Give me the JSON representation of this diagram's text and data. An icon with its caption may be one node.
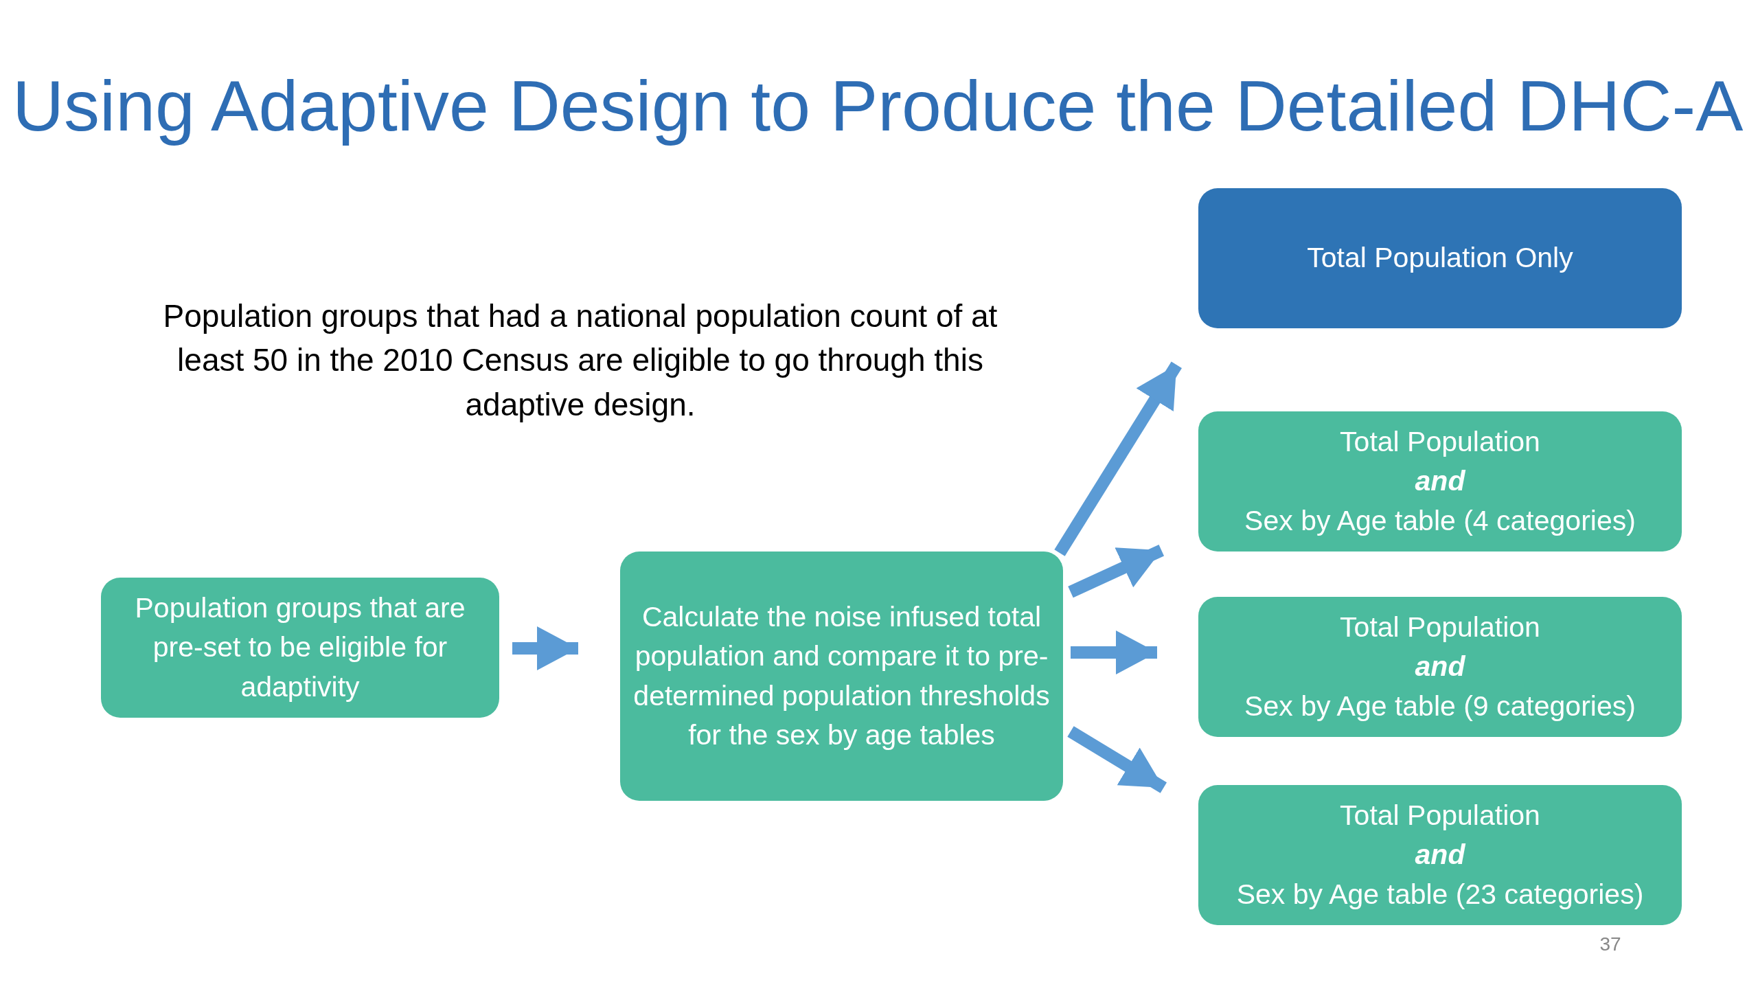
{
  "diagram": {
    "title": "Using Adaptive Design to Produce the Detailed DHC-A",
    "nodes": [
      {
        "text": [
          "Population groups that are pre-set to be eligible for adaptivity"
        ]
      },
      {
        "text": [
          "Calculate the noise infused total population and compare it to pre-determined population thresholds for the sex by age tables"
        ]
      },
      {
        "text": [
          "Total Population Only"
        ]
      },
      {
        "text": [
          "Total Population",
          "and",
          "Sex by Age table (4 categories)"
        ]
      },
      {
        "text": [
          "Total Population",
          "and",
          "Sex by Age table (9 categories)"
        ]
      },
      {
        "text": [
          "Total Population",
          "and",
          "Sex by Age table (23 categories)"
        ]
      }
    ],
    "edges": [
      {
        "from": 0,
        "to": 1,
        "arrow": "to"
      },
      {
        "from": 1,
        "to": 2,
        "arrow": "to"
      },
      {
        "from": 1,
        "to": 3,
        "arrow": "to"
      },
      {
        "from": 1,
        "to": 4,
        "arrow": "to"
      },
      {
        "from": 1,
        "to": 5,
        "arrow": "to"
      }
    ],
    "labels": [
      "Population groups that had a national population count of at least 50 in the 2010 Census are eligible to go through this adaptive design.",
      "37"
    ]
  }
}
